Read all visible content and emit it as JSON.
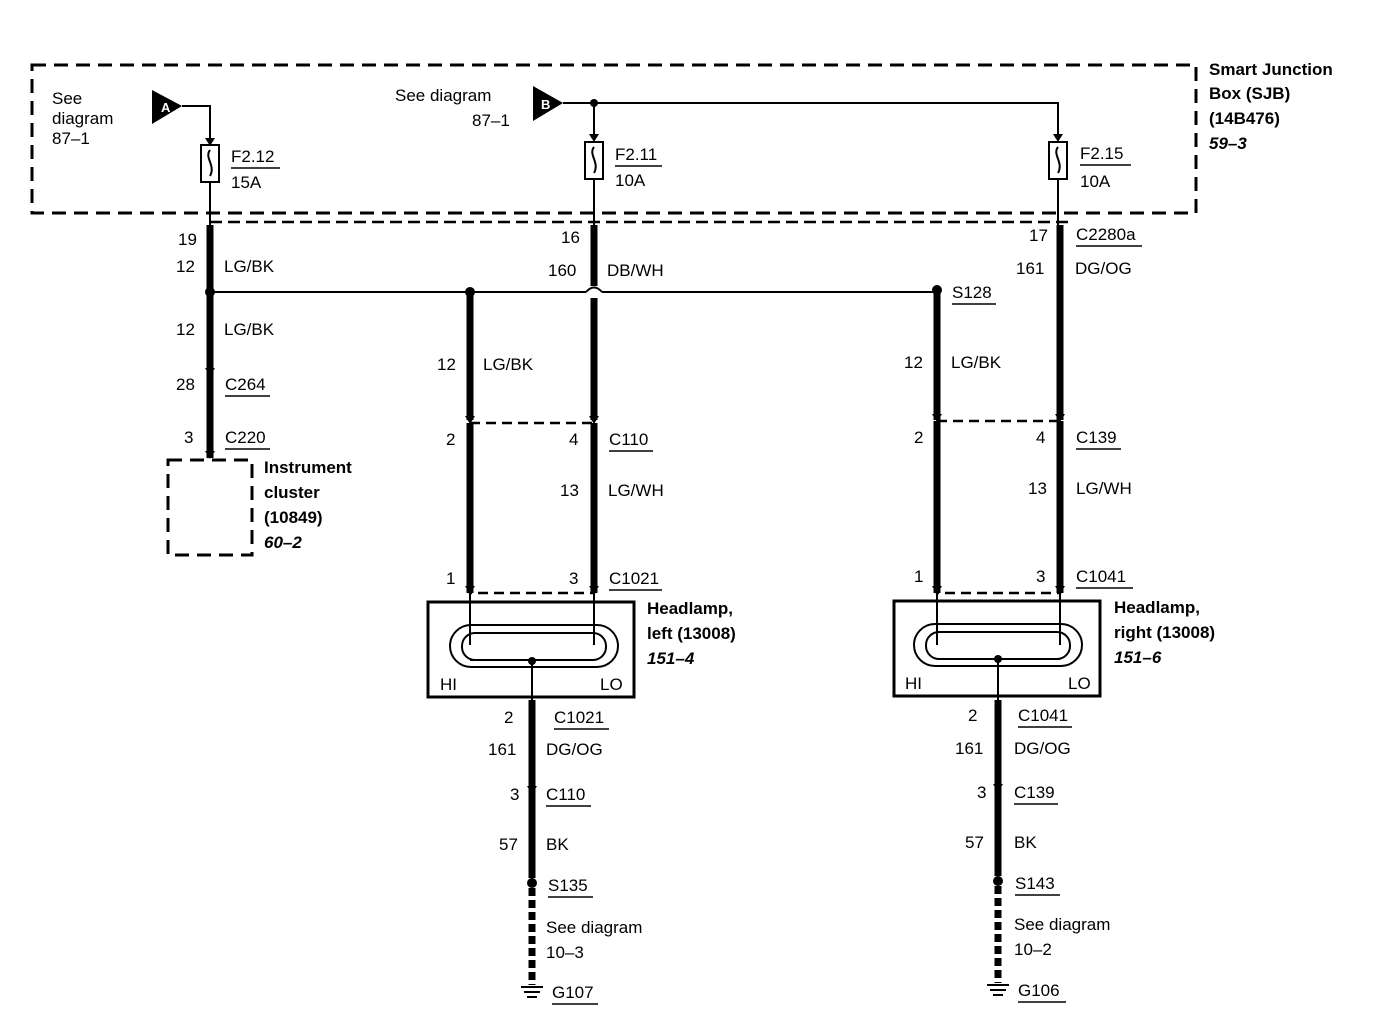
{
  "sjb": {
    "line1": "Smart Junction",
    "line2": "Box (SJB)",
    "line3": "(14B476)",
    "ref": "59–3"
  },
  "connectors_in": {
    "a": {
      "letter": "A",
      "label1": "See",
      "label2": "diagram",
      "ref": "87–1"
    },
    "b": {
      "letter": "B",
      "label1": "See diagram",
      "ref": "87–1"
    }
  },
  "fuses": [
    {
      "id": "F2.12",
      "rating": "15A"
    },
    {
      "id": "F2.11",
      "rating": "10A"
    },
    {
      "id": "F2.15",
      "rating": "10A"
    }
  ],
  "pins": {
    "p19": "19",
    "p16": "16",
    "p17": "17",
    "c2280a": "C2280a",
    "c12a": "12",
    "lgbk1": "LG/BK",
    "c160": "160",
    "dbwh": "DB/WH",
    "c161a": "161",
    "dgog1": "DG/OG",
    "c12b": "12",
    "lgbk2": "LG/BK",
    "s128": "S128",
    "c12c": "12",
    "lgbk3": "LG/BK",
    "c12d": "12",
    "lgbk4": "LG/BK",
    "p28": "28",
    "c264": "C264",
    "p3a": "3",
    "c220": "C220",
    "pL2": "2",
    "pL4": "4",
    "c110": "C110",
    "pR2": "2",
    "pR4": "4",
    "c139": "C139",
    "c13L": "13",
    "lgwhL": "LG/WH",
    "c13R": "13",
    "lgwhR": "LG/WH",
    "pL1": "1",
    "pL3": "3",
    "c1021": "C1021",
    "pR1": "1",
    "pR3": "3",
    "c1041": "C1041"
  },
  "cluster": {
    "line1": "Instrument",
    "line2": "cluster",
    "line3": "(10849)",
    "ref": "60–2"
  },
  "headlamp_left": {
    "line1": "Headlamp,",
    "line2": "left (13008)",
    "ref": "151–4",
    "hi": "HI",
    "lo": "LO"
  },
  "headlamp_right": {
    "line1": "Headlamp,",
    "line2": "right (13008)",
    "ref": "151–6",
    "hi": "HI",
    "lo": "LO"
  },
  "ground_left": {
    "pin2": "2",
    "conn1": "C1021",
    "c161": "161",
    "dgog": "DG/OG",
    "pin3": "3",
    "conn2": "C110",
    "c57": "57",
    "bk": "BK",
    "splice": "S135",
    "see1": "See diagram",
    "see2": "10–3",
    "ground": "G107"
  },
  "ground_right": {
    "pin2": "2",
    "conn1": "C1041",
    "c161": "161",
    "dgog": "DG/OG",
    "pin3": "3",
    "conn2": "C139",
    "c57": "57",
    "bk": "BK",
    "splice": "S143",
    "see1": "See diagram",
    "see2": "10–2",
    "ground": "G106"
  }
}
